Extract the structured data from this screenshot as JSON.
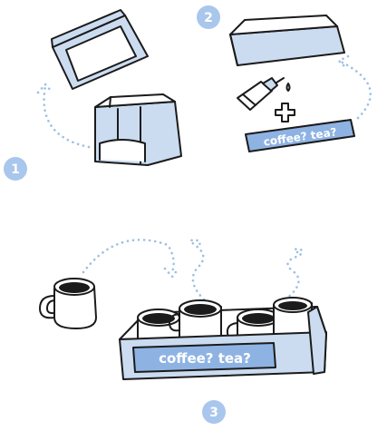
{
  "steps": [
    {
      "number": "1"
    },
    {
      "number": "2"
    },
    {
      "number": "3"
    }
  ],
  "labels": {
    "small_label": "coffee? tea?",
    "tray_label": "coffee? tea?"
  },
  "colors": {
    "box_fill": "#cbdcf1",
    "badge": "#a9c6ec",
    "dots": "#9dbfe3",
    "label_fill": "#8eb3e3",
    "ink": "#1b1b1b"
  }
}
